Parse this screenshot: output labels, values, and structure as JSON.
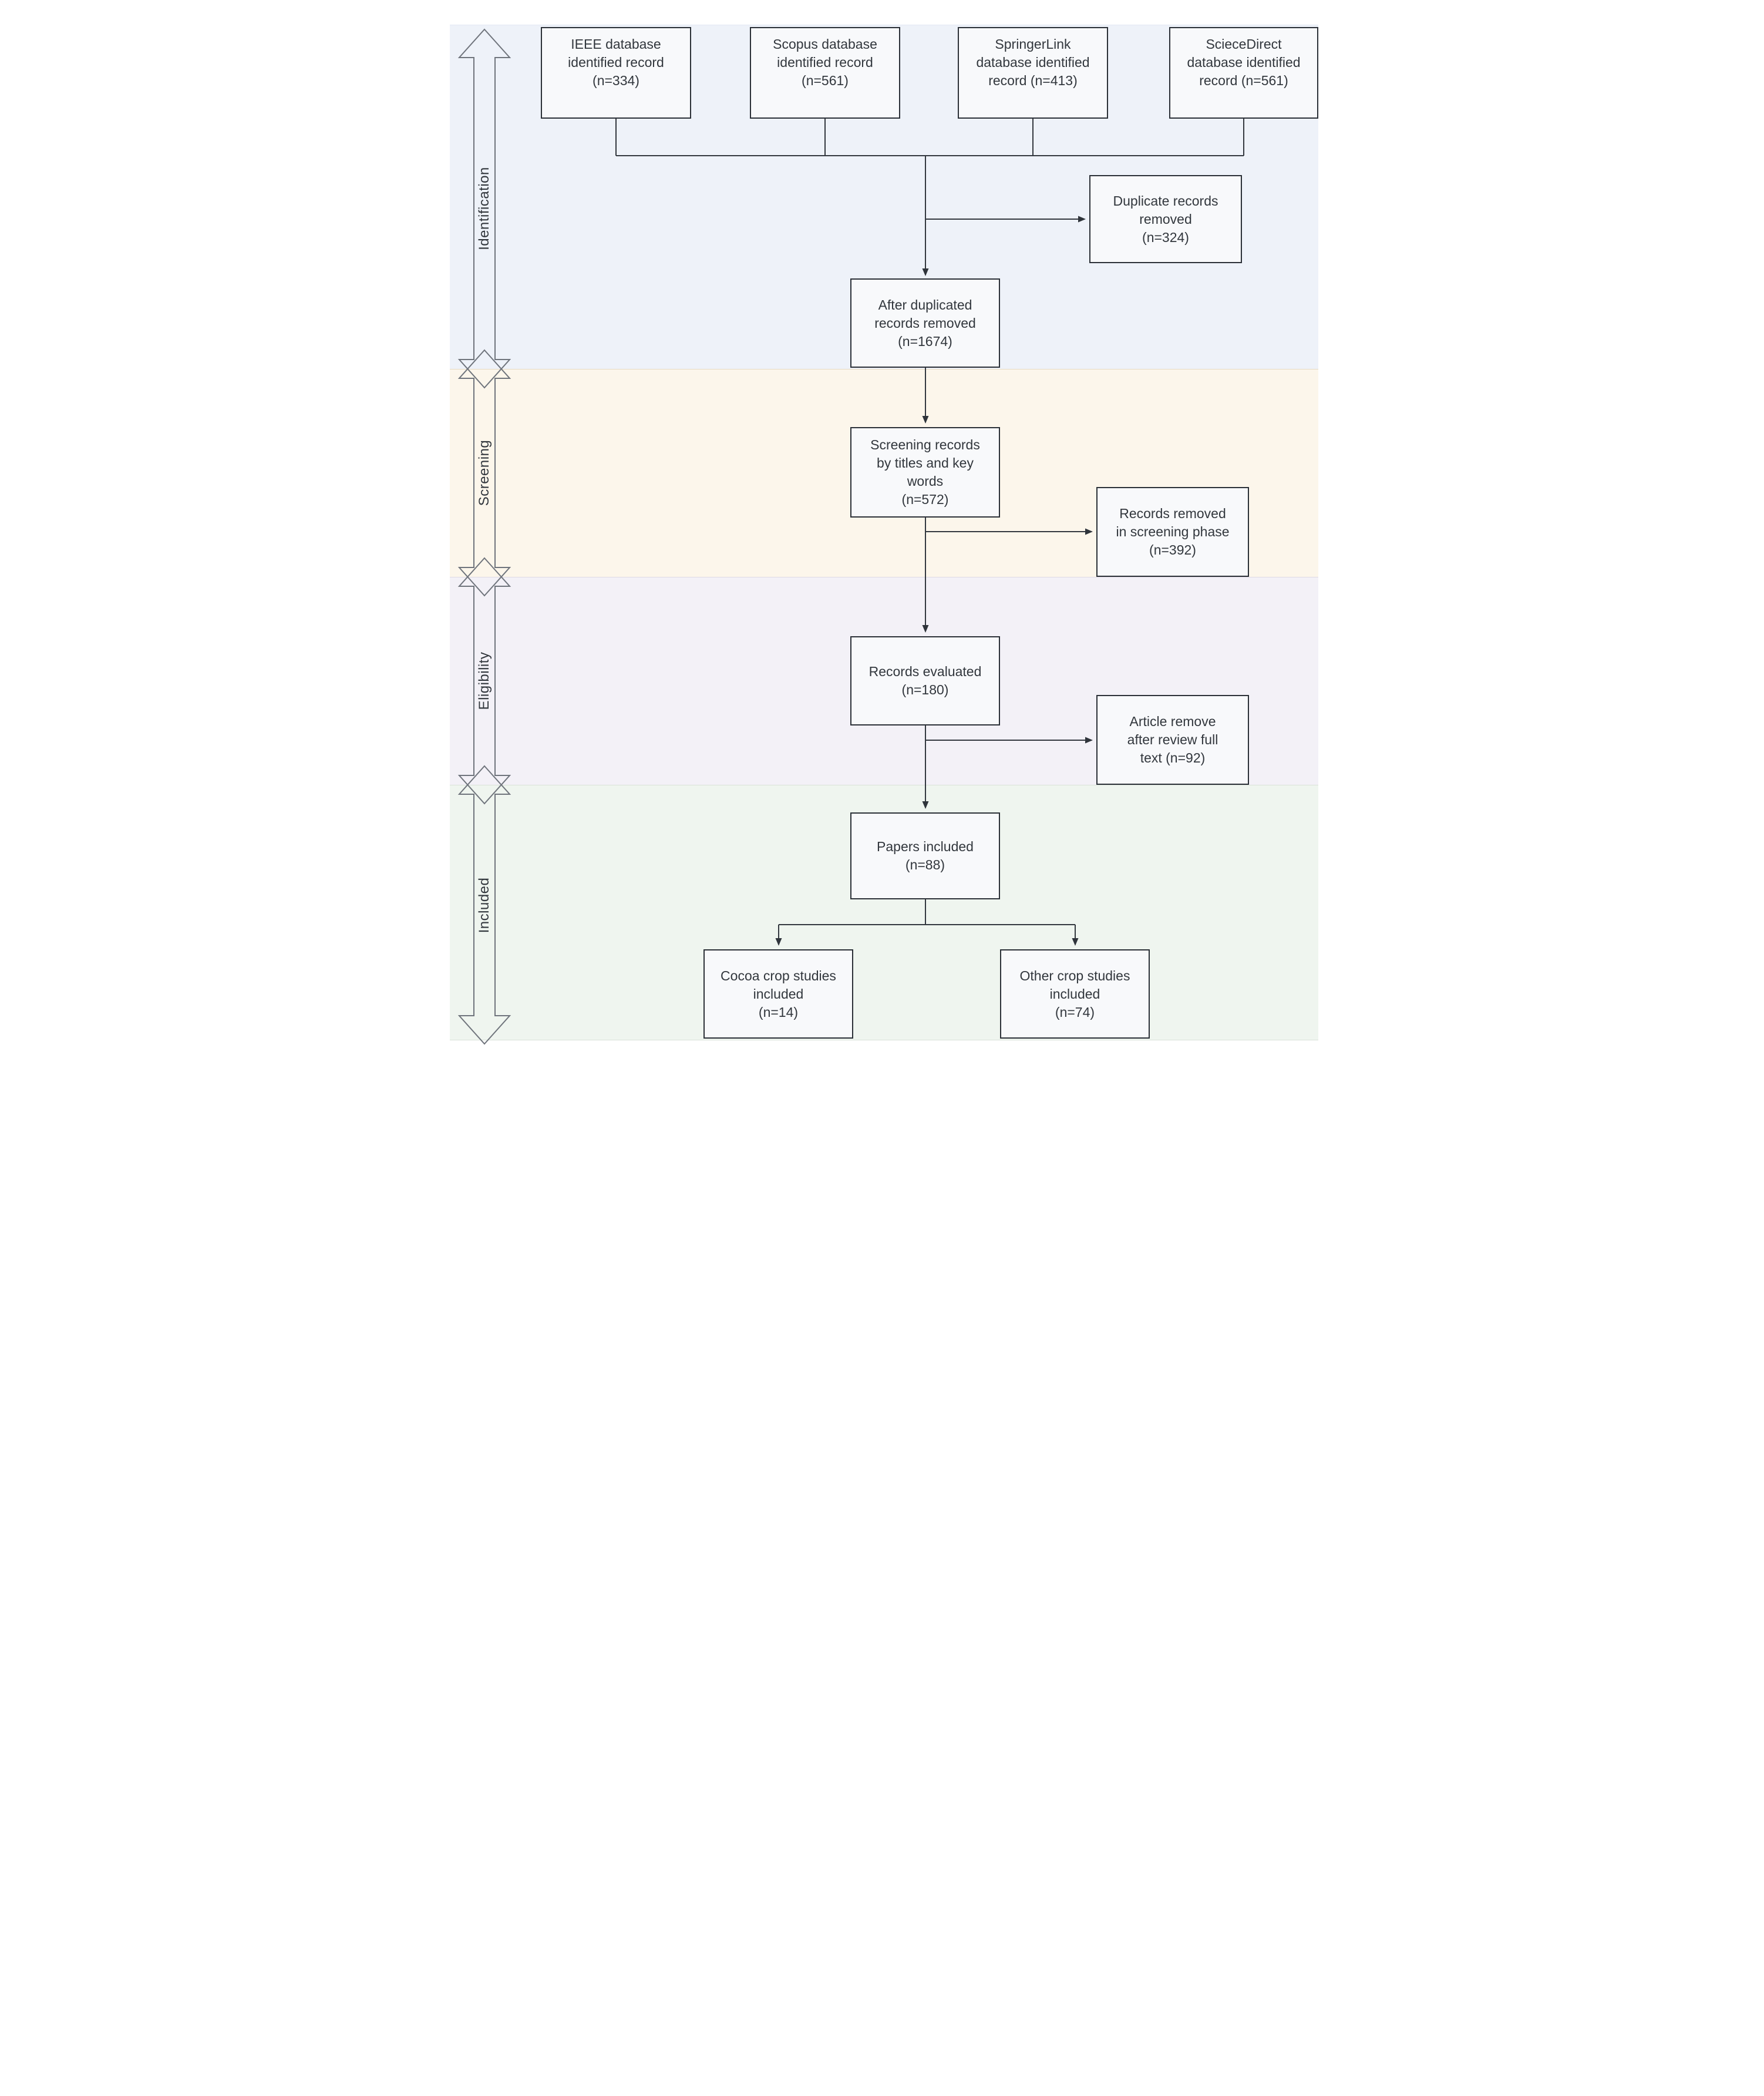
{
  "bands": [
    {
      "id": "identification",
      "label": "Identification",
      "color": "#eef2f9"
    },
    {
      "id": "screening",
      "label": "Screening",
      "color": "#fcf6eb"
    },
    {
      "id": "eligibility",
      "label": "Eligibility",
      "color": "#f3f1f7"
    },
    {
      "id": "included",
      "label": "Included",
      "color": "#eff5ef"
    }
  ],
  "boxes": [
    {
      "id": "ieee",
      "label": "IEEE database\nidentified record\n(n=334)",
      "n": 334
    },
    {
      "id": "scopus",
      "label": "Scopus database\nidentified record\n(n=561)",
      "n": 561
    },
    {
      "id": "springerlink",
      "label": "SpringerLink\ndatabase identified\nrecord (n=413)",
      "n": 413
    },
    {
      "id": "sciecedirect",
      "label": "ScieceDirect\ndatabase identified\nrecord (n=561)",
      "n": 561
    },
    {
      "id": "duplicates-removed",
      "label": "Duplicate records\nremoved\n(n=324)",
      "n": 324
    },
    {
      "id": "after-duplicates",
      "label": "After duplicated\nrecords removed\n(n=1674)",
      "n": 1674
    },
    {
      "id": "screening-records",
      "label": "Screening records\nby titles and key\nwords\n(n=572)",
      "n": 572
    },
    {
      "id": "removed-screening",
      "label": "Records removed\nin screening phase\n(n=392)",
      "n": 392
    },
    {
      "id": "records-evaluated",
      "label": "Records evaluated\n(n=180)",
      "n": 180
    },
    {
      "id": "article-removed",
      "label": "Article remove\nafter review full\ntext (n=92)",
      "n": 92
    },
    {
      "id": "papers-included",
      "label": "Papers included\n(n=88)",
      "n": 88
    },
    {
      "id": "cocoa-studies",
      "label": "Cocoa crop studies\nincluded\n(n=14)",
      "n": 14
    },
    {
      "id": "other-studies",
      "label": "Other crop studies\nincluded\n(n=74)",
      "n": 74
    }
  ],
  "colors": {
    "band_identification": "#eef2f9",
    "band_screening": "#fcf6eb",
    "band_eligibility": "#f3f1f7",
    "band_included": "#eff5ef",
    "box_fill": "#f8f9fb",
    "box_border": "#2b3037",
    "connector": "#33383f",
    "band_arrow_outline": "#6f747c",
    "text": "#32373d"
  }
}
